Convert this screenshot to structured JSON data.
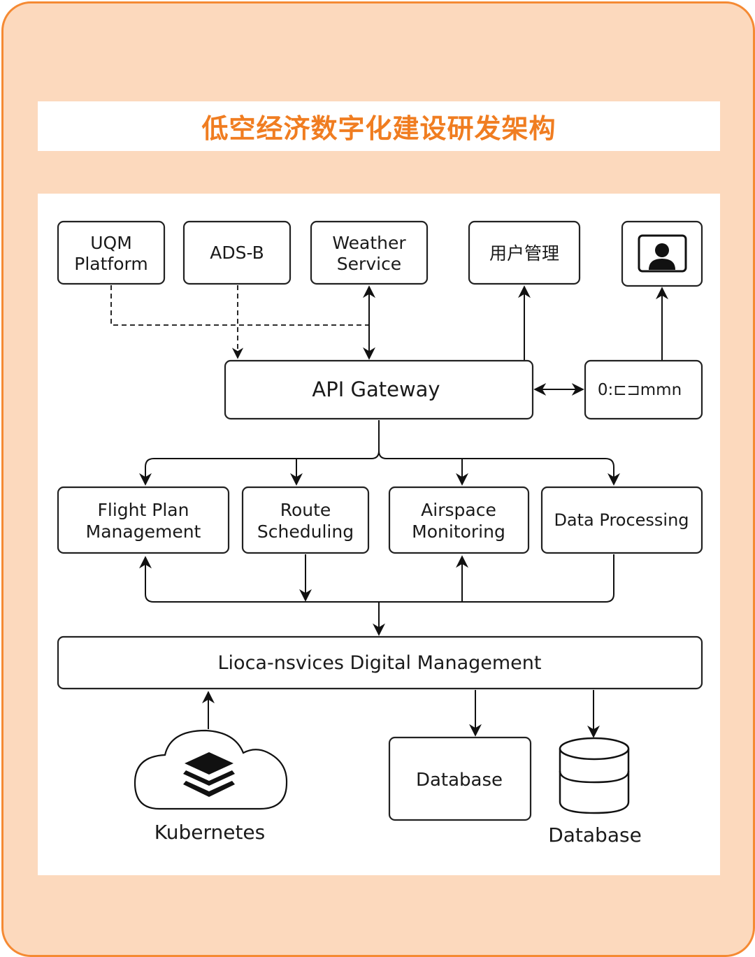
{
  "title": "低空经济数字化建设研发架构",
  "nodes": {
    "uqm_line1": "UQM",
    "uqm_line2": "Platform",
    "adsb": "ADS-B",
    "weather_line1": "Weather",
    "weather_line2": "Service",
    "user_mgmt": "用户管理",
    "api_gateway": "API Gateway",
    "command_node": "0:⊏⊐mmn",
    "flight_line1": "Flight Plan",
    "flight_line2": "Management",
    "route_line1": "Route",
    "route_line2": "Scheduling",
    "airspace_line1": "Airspace",
    "airspace_line2": "Monitoring",
    "data_processing": "Data Processing",
    "digital_mgmt": "Lioca-nsvices Digital Management",
    "database_box": "Database",
    "kubernetes": "Kubernetes",
    "database_cylinder": "Database"
  },
  "icons": {
    "user_screen": "user-screen-icon",
    "kubernetes": "cloud-stack-icon",
    "database": "database-cylinder-icon"
  },
  "colors": {
    "frame_fill": "#fcd9bd",
    "frame_border": "#f58a33",
    "title": "#f07d21"
  }
}
